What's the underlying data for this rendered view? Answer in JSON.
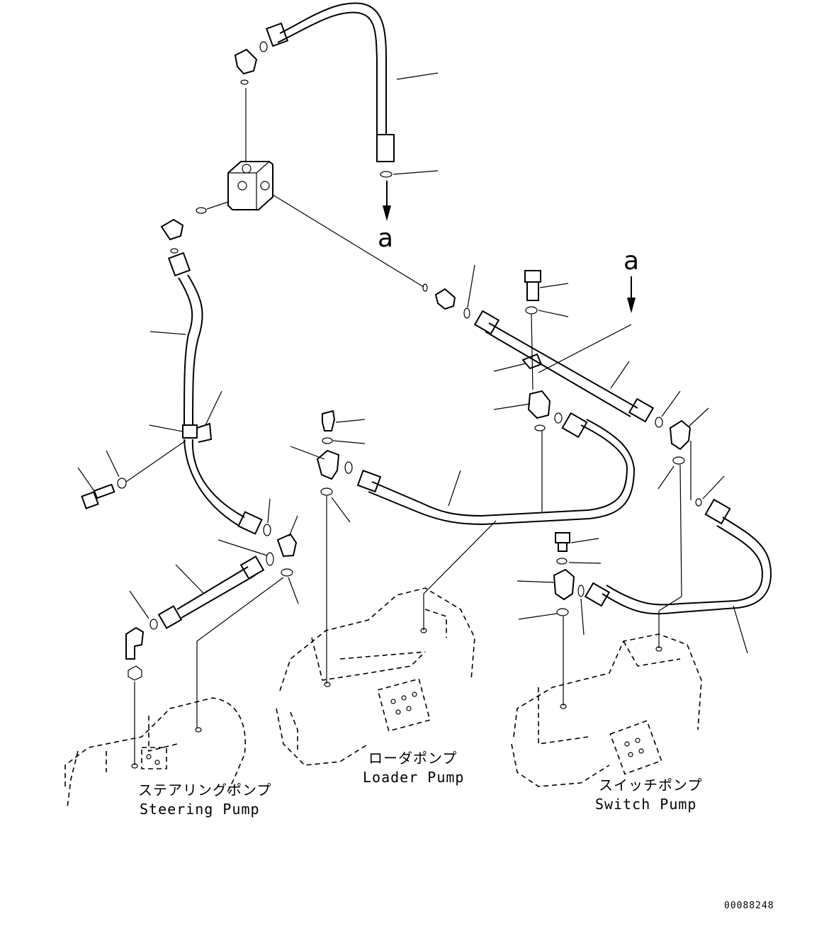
{
  "diagram": {
    "ref_marks": [
      "a",
      "a"
    ],
    "pumps": [
      {
        "jp": "ステアリングポンプ",
        "en": "Steering Pump"
      },
      {
        "jp": "ローダポンプ",
        "en": "Loader Pump"
      },
      {
        "jp": "スイッチポンプ",
        "en": "Switch Pump"
      }
    ],
    "drawing_number": "00088248"
  }
}
